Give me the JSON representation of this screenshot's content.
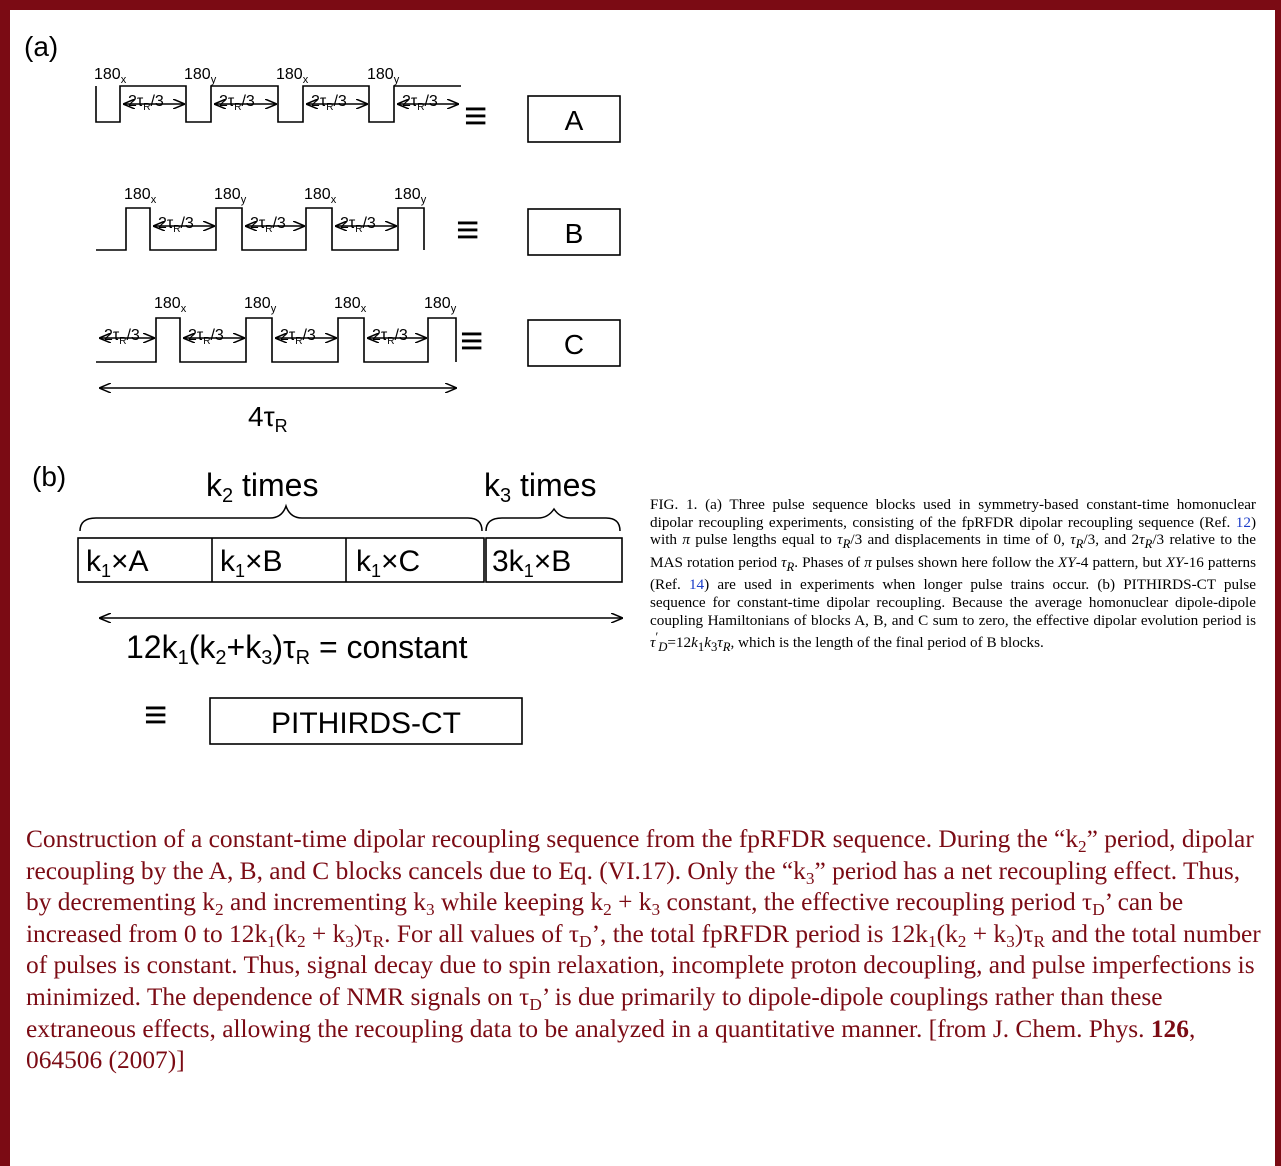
{
  "figure": {
    "panel_a_label": "(a)",
    "panel_b_label": "(b)",
    "pulse_labels": [
      "180",
      "180",
      "180",
      "180"
    ],
    "pulse_phases": [
      "x",
      "y",
      "x",
      "y"
    ],
    "delay_main": "2τ",
    "delay_sub": "R",
    "delay_tail": "/3",
    "equiv_symbol": "≡",
    "block_a": "A",
    "block_b": "B",
    "block_c": "C",
    "period_main": "4τ",
    "period_sub": "R",
    "k2_label": "k",
    "k2_sub": "2",
    "k3_label": "k",
    "k3_sub": "3",
    "times_word": "times",
    "cell_1_pre": "k",
    "cell_1_sub": "1",
    "cell_1_post": "×A",
    "cell_2_pre": "k",
    "cell_2_sub": "1",
    "cell_2_post": "×B",
    "cell_3_pre": "k",
    "cell_3_sub": "1",
    "cell_3_post": "×C",
    "cell_4_pre": "3k",
    "cell_4_sub": "1",
    "cell_4_post": "×B",
    "eq_1": "12k",
    "eq_1_sub": "1",
    "eq_2": "(k",
    "eq_2_sub": "2",
    "eq_3": "+k",
    "eq_3_sub": "3",
    "eq_4": ")τ",
    "eq_4_sub": "R",
    "eq_5": " = constant",
    "pithirds_label": "PITHIRDS-CT"
  },
  "caption": {
    "t1": "FIG. 1. (a) Three pulse sequence blocks used in symmetry-based constant-time homonuclear dipolar recoupling experiments, consisting of the fpRFDR dipolar recoupling sequence (Ref. ",
    "ref1": "12",
    "t2": ") with ",
    "pi1": "π",
    "t3": " pulse lengths equal to ",
    "tauR1": "τ",
    "tauR1_sub": "R",
    "t4": "/3 and displacements in time of 0, ",
    "tauR2": "τ",
    "tauR2_sub": "R",
    "t5": "/3, and 2",
    "tauR3": "τ",
    "tauR3_sub": "R",
    "t6": "/3 relative to the MAS rotation period ",
    "tauR4": "τ",
    "tauR4_sub": "R",
    "t7": ". Phases of ",
    "pi2": "π",
    "t8": " pulses shown here follow the ",
    "xy4": "XY",
    "t9": "-4 pattern, but ",
    "xy16": "XY",
    "t10": "-16 patterns (Ref. ",
    "ref2": "14",
    "t11": ") are used in experiments when longer pulse trains occur. (b) PITHIRDS-CT pulse sequence for constant-time dipolar recoupling. Because the average homonuclear dipole-dipole coupling Hamiltonians of blocks A, B, and C sum to zero, the effective dipolar evolution period is ",
    "tauD": "τ",
    "tauD_sup": "′",
    "tauD_sub": "D",
    "t12": "=12",
    "k1": "k",
    "k1_sub": "1",
    "k3": "k",
    "k3_sub": "3",
    "tauR5": "τ",
    "tauR5_sub": "R",
    "t13": ", which is the length of the final period of B blocks."
  },
  "description": {
    "p1": "Construction of a constant-time dipolar recoupling sequence from the fpRFDR sequence. During the “k",
    "s1": "2",
    "p2": "” period, dipolar recoupling by the A, B, and C blocks cancels due to Eq. (VI.17). Only the “k",
    "s2": "3",
    "p3": "” period has a net recoupling effect.  Thus, by decrementing k",
    "s3": "2",
    "p4": " and incrementing k",
    "s4": "3",
    "p5": " while keeping k",
    "s5": "2",
    "p6": " + k",
    "s6": "3",
    "p7": " constant, the effective recoupling period τ",
    "s7": "D",
    "p8": "’ can be increased from 0 to 12k",
    "s8": "1",
    "p9": "(k",
    "s9": "2",
    "p10": " + k",
    "s10": "3",
    "p11": ")τ",
    "s11": "R",
    "p12": ".  For all values of τ",
    "s12": "D",
    "p13": "’, the total fpRFDR period is 12k",
    "s13": "1",
    "p14": "(k",
    "s14": "2",
    "p15": " + k",
    "s15": "3",
    "p16": ")τ",
    "s16": "R",
    "p17": " and the total number of pulses is constant.  Thus, signal decay due to spin relaxation, incomplete proton decoupling, and pulse imperfections is minimized.  The dependence of NMR signals on τ",
    "s17": "D",
    "p18": "’ is due primarily to dipole-dipole couplings rather than these extraneous effects, allowing the recoupling data to be analyzed in a quantitative manner.    [from J. Chem. Phys. ",
    "vol": "126",
    "p19": ", 064506 (2007)]"
  }
}
